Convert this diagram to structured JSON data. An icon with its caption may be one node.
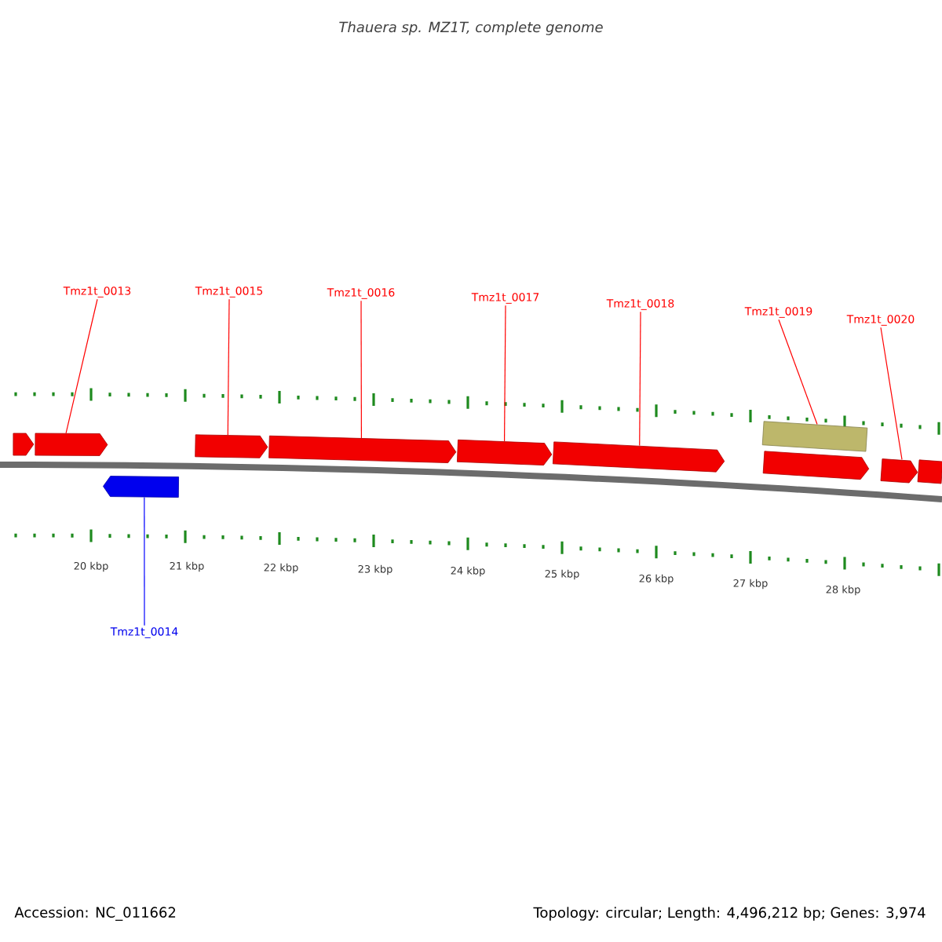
{
  "diagram": {
    "title": "Thauera sp. MZ1T, complete genome",
    "nodes": [
      {
        "text": [
          "Tmz1t_0013"
        ]
      },
      {
        "text": [
          "Tmz1t_0015"
        ]
      },
      {
        "text": [
          "Tmz1t_0016"
        ]
      },
      {
        "text": [
          "Tmz1t_0017"
        ]
      },
      {
        "text": [
          "Tmz1t_0018"
        ]
      },
      {
        "text": [
          "Tmz1t_0019"
        ]
      },
      {
        "text": [
          "Tmz1t_0020"
        ]
      },
      {
        "text": [
          "Tmz1t_0014"
        ]
      },
      {
        "text": [],
        "shape": "pentagon"
      },
      {
        "text": [],
        "shape": "pentagon"
      },
      {
        "text": [],
        "shape": "pentagon"
      },
      {
        "text": [],
        "shape": "pentagon"
      },
      {
        "text": [],
        "shape": "pentagon"
      },
      {
        "text": [],
        "shape": "pentagon"
      },
      {
        "text": [],
        "shape": "pentagon"
      },
      {
        "text": [],
        "shape": "bar"
      },
      {
        "text": [],
        "shape": "pentagon"
      },
      {
        "text": [],
        "shape": "pentagon"
      },
      {
        "text": [],
        "shape": "bar"
      }
    ],
    "edges": [
      {
        "from": 0,
        "to": 9,
        "arrow": "none"
      },
      {
        "from": 1,
        "to": 11,
        "arrow": "none"
      },
      {
        "from": 2,
        "to": 12,
        "arrow": "none"
      },
      {
        "from": 3,
        "to": 13,
        "arrow": "none"
      },
      {
        "from": 4,
        "to": 14,
        "arrow": "none"
      },
      {
        "from": 5,
        "to": 15,
        "arrow": "none"
      },
      {
        "from": 6,
        "to": 17,
        "arrow": "none"
      },
      {
        "from": 7,
        "to": 10,
        "arrow": "none",
        "color": "#0000ff"
      }
    ],
    "labels": [
      "20 kbp",
      "21 kbp",
      "22 kbp",
      "23 kbp",
      "24 kbp",
      "25 kbp",
      "26 kbp",
      "27 kbp",
      "28 kbp",
      "Accession: NC_011662",
      "Topology: circular; Length: 4,496,212 bp; Genes: 3,974"
    ]
  }
}
